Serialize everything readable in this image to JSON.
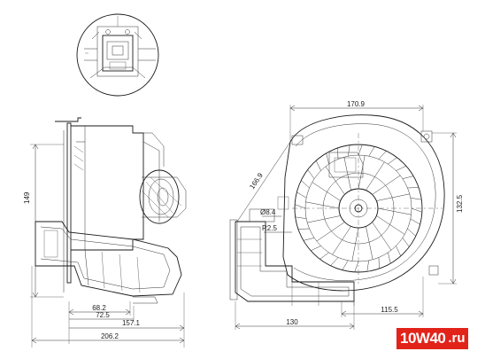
{
  "dimensions": {
    "left_width_total": "206.2",
    "left_width_157": "157.1",
    "left_width_72": "72.5",
    "left_width_68": "68.2",
    "left_height": "149",
    "right_top_width": "170.9",
    "right_diag": "166.9",
    "right_small_dia": "Ø8.4",
    "right_small_r": "R2.5",
    "right_bottom_130": "130",
    "right_bottom_115": "115.5",
    "right_height": "132.5"
  },
  "watermark": {
    "brand_part1": "10W40",
    "brand_part2": ".ru",
    "brand_color": "#e2231a"
  }
}
